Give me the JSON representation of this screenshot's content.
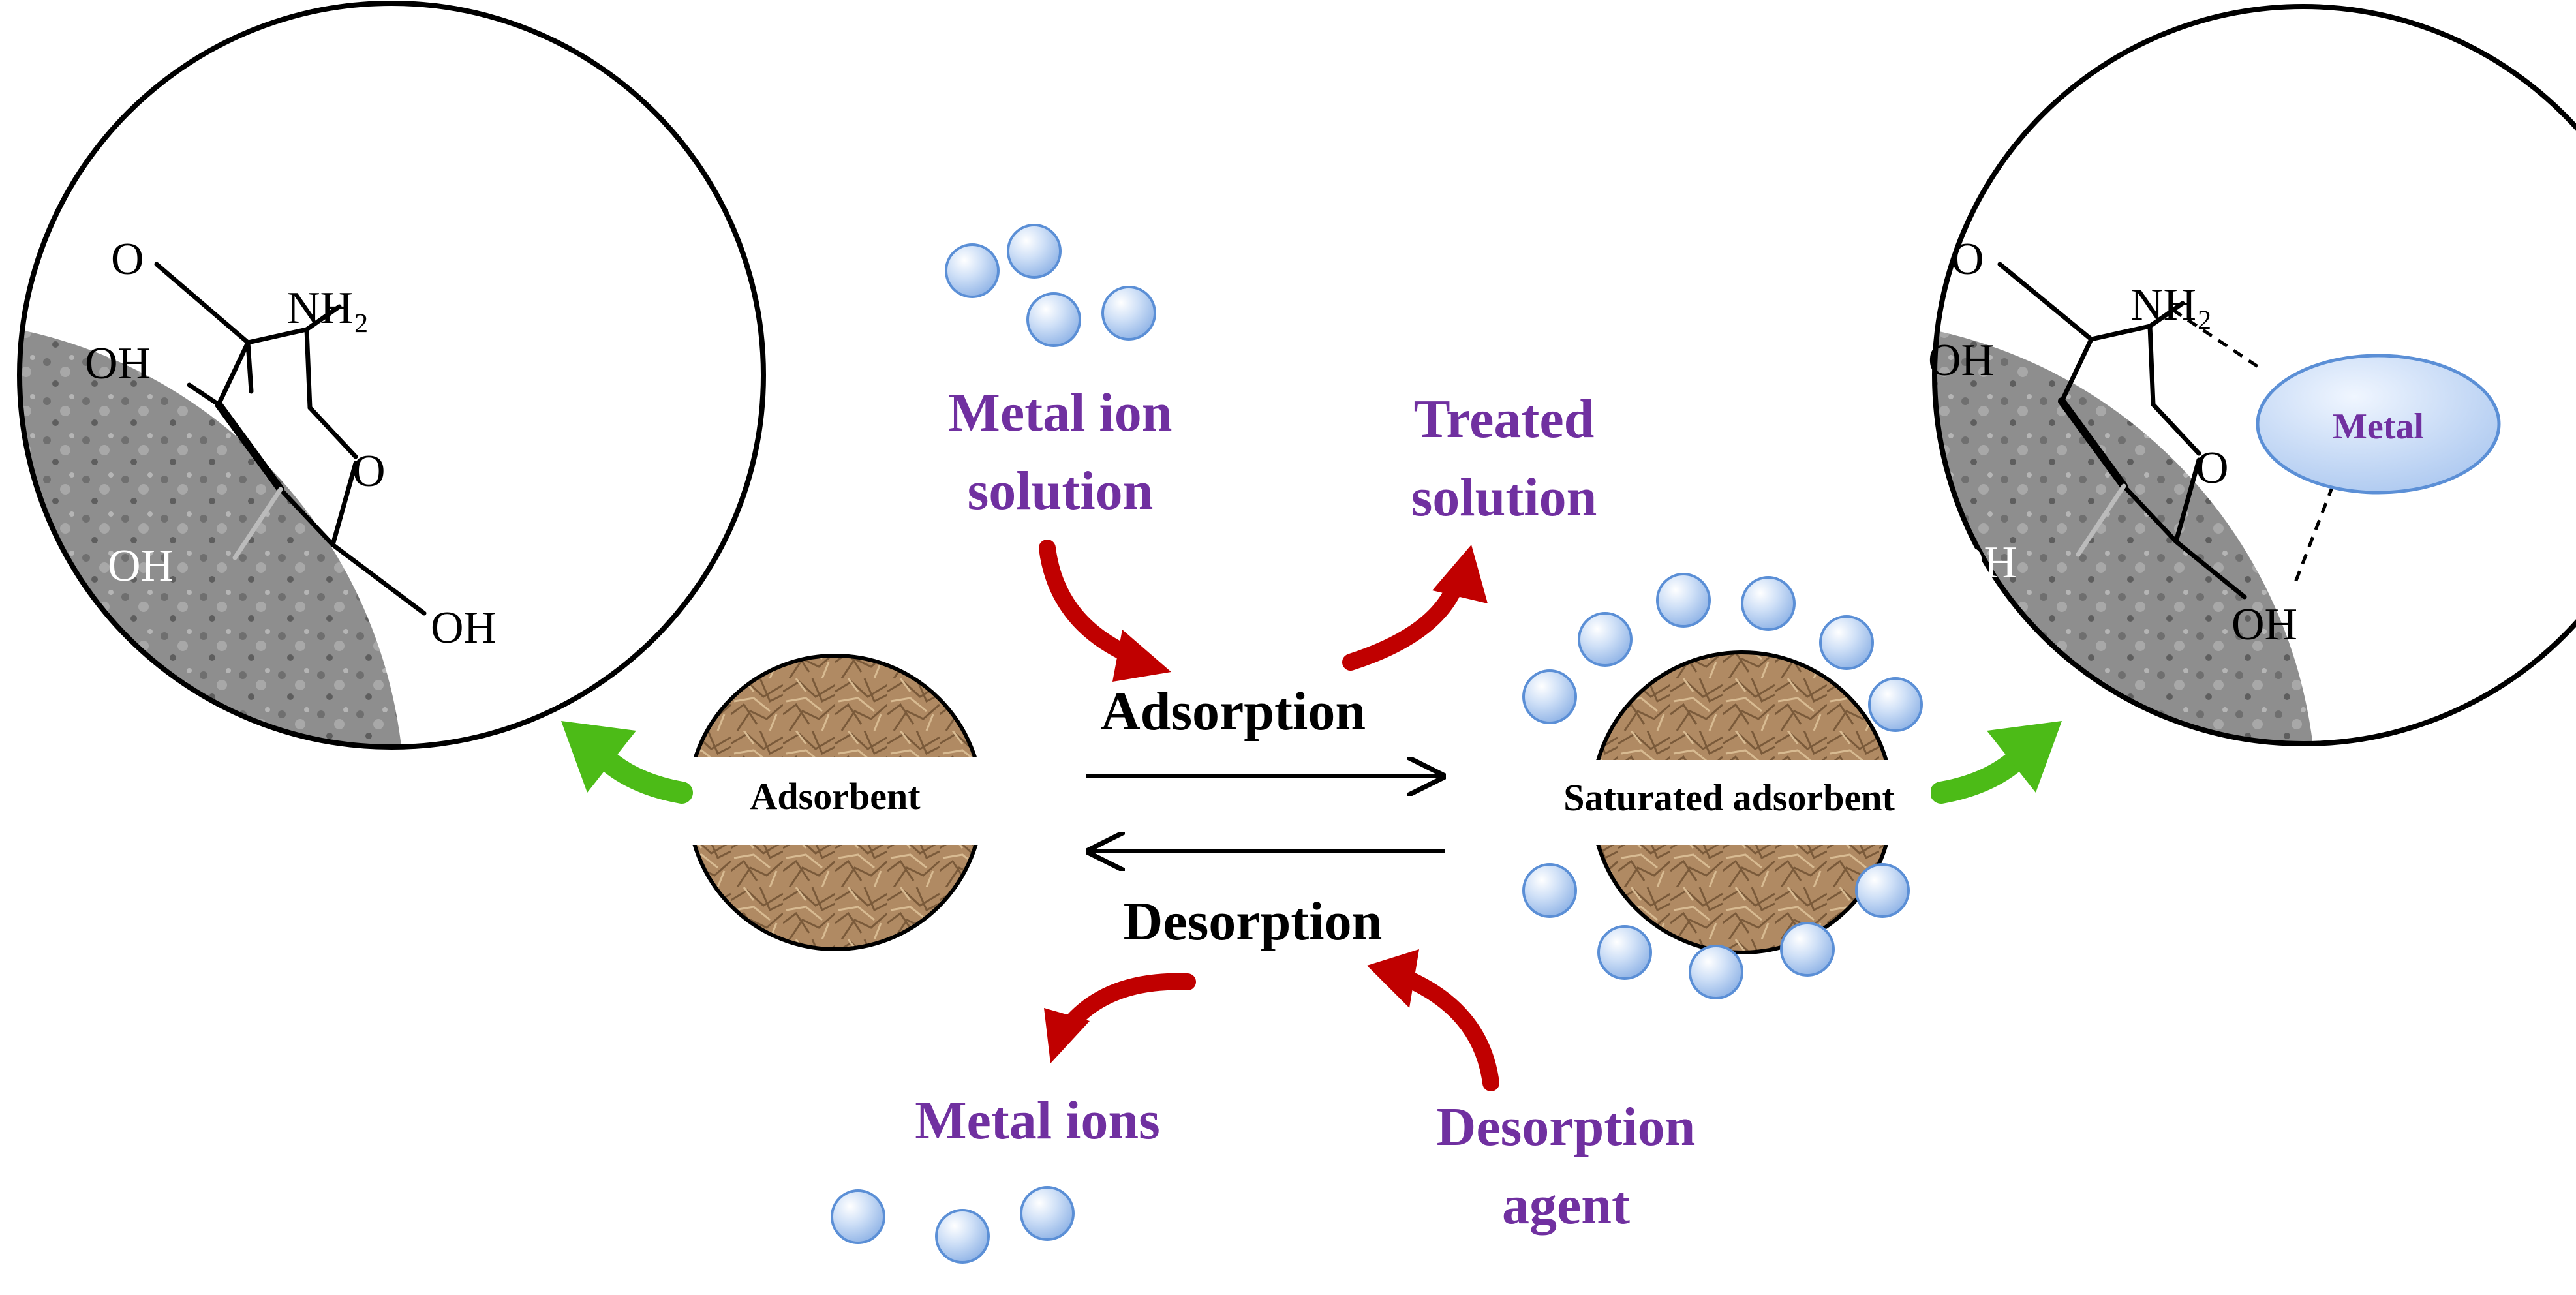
{
  "labels": {
    "metal_ion_solution_line1": "Metal ion",
    "metal_ion_solution_line2": "solution",
    "treated_solution_line1": "Treated",
    "treated_solution_line2": "solution",
    "adsorption": "Adsorption",
    "desorption": "Desorption",
    "metal_ions": "Metal ions",
    "desorption_agent_line1": "Desorption",
    "desorption_agent_line2": "agent",
    "adsorbent": "Adsorbent",
    "saturated_adsorbent": "Saturated adsorbent",
    "metal": "Metal"
  },
  "chem_left": {
    "o_top": "O",
    "nh2": "NH₂",
    "oh_left": "OH",
    "o_ring": "O",
    "oh_ch2": "OH",
    "oh_right": "OH"
  },
  "chem_right": {
    "o_top": "O",
    "nh2": "NH₂",
    "oh_left": "OH",
    "o_ring": "O",
    "oh_ch2": "OH",
    "oh_right": "OH"
  },
  "colors": {
    "label_purple": "#7030a0",
    "ion_fill": "#bcd4f3",
    "ion_stroke": "#5b8fd6",
    "red_arrow": "#c00000",
    "green_arrow": "#4cbb17",
    "adsorbent_tan": "#b08a63"
  }
}
